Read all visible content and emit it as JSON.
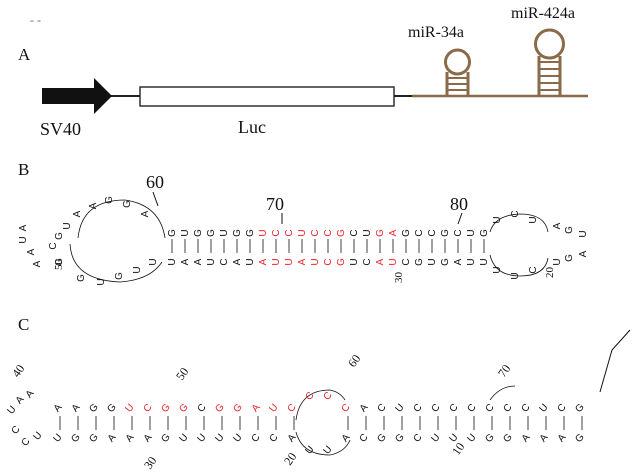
{
  "header_mark": "- -",
  "panels": {
    "a": {
      "label": "A",
      "promoter": "SV40",
      "reporter": "Luc",
      "hairpins": [
        "miR-34a",
        "miR-424a"
      ]
    },
    "b": {
      "label": "B",
      "positions": [
        "60",
        "70",
        "80",
        "50",
        "30",
        "20"
      ],
      "highlight_color": "#e8262b"
    },
    "c": {
      "label": "C",
      "positions": [
        "40",
        "50",
        "60",
        "70",
        "30",
        "20",
        "10"
      ],
      "highlight_color": "#e8262b"
    }
  },
  "colors": {
    "construct_line": "#222222",
    "hairpin": "#8a6a48",
    "promoter_arrow": "#111111"
  }
}
